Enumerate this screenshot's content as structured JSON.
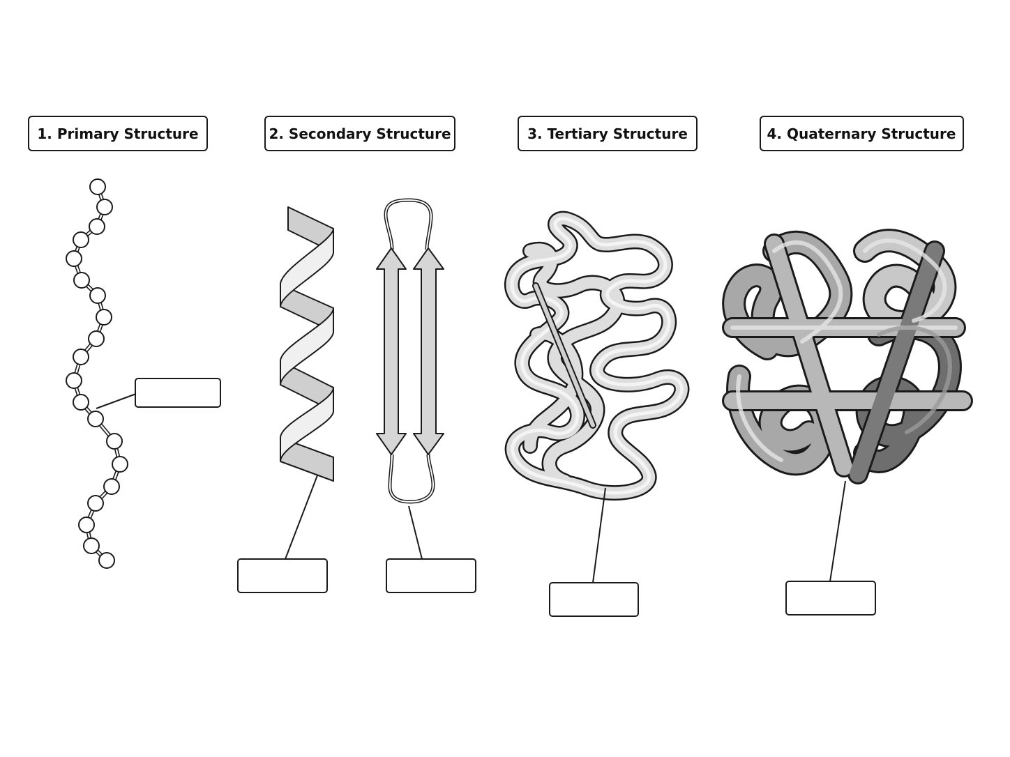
{
  "titles": {
    "primary": "1. Primary Structure",
    "secondary": "2. Secondary Structure",
    "tertiary": "3. Tertiary Structure",
    "quaternary": "4. Quaternary Structure"
  },
  "answer_boxes": {
    "primary": "",
    "alpha_helix": "",
    "beta_sheet": "",
    "tertiary": "",
    "quaternary": ""
  },
  "colors": {
    "outline": "#1a1a1a",
    "ribbon_fill": "#d9d9d9",
    "ribbon_light": "#eeeeee",
    "subunit_dark": "#6e6e6e",
    "subunit_mid": "#a8a8a8",
    "background": "#ffffff"
  }
}
